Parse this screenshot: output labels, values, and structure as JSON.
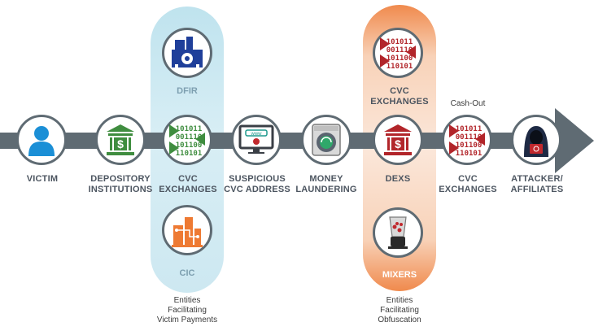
{
  "colors": {
    "track": "#5f6b73",
    "green": "#3f8d3f",
    "red": "#b2252a",
    "blue_accent": "#1f3f9a",
    "orange_accent": "#ee7a33",
    "blue_pill": "#cde8f1"
  },
  "main_flow": [
    {
      "label": "VICTIM",
      "icon": "person-icon"
    },
    {
      "label": "DEPOSITORY\nINSTITUTIONS",
      "icon": "bank-dollar-icon"
    },
    {
      "label": "CVC\nEXCHANGES",
      "icon": "binary-exchange-icon"
    },
    {
      "label": "SUSPICIOUS\nCVC ADDRESS",
      "icon": "malicious-website-icon"
    },
    {
      "label": "MONEY\nLAUNDERING",
      "icon": "washing-machine-icon"
    },
    {
      "label": "DEXS",
      "icon": "bank-dollar-icon"
    },
    {
      "label": "CVC\nEXCHANGES",
      "icon": "binary-exchange-icon"
    },
    {
      "label": "ATTACKER/\nAFFILIATES",
      "icon": "hooded-hacker-icon"
    }
  ],
  "blue_column": {
    "top_label": "DFIR",
    "top_icon": "biohazard-building-icon",
    "bottom_label": "CIC",
    "bottom_icon": "circuit-building-icon",
    "caption": "Entities\nFacilitating\nVictim Payments"
  },
  "orange_column": {
    "top_label": "CVC\nEXCHANGES",
    "top_icon": "binary-exchange-icon",
    "bottom_label": "MIXERS",
    "bottom_icon": "blender-icon",
    "caption": "Entities\nFacilitating\nObfuscation"
  },
  "cashout_label": "Cash-Out",
  "binary_text": [
    "101011",
    "001110",
    "101100",
    "110101"
  ]
}
